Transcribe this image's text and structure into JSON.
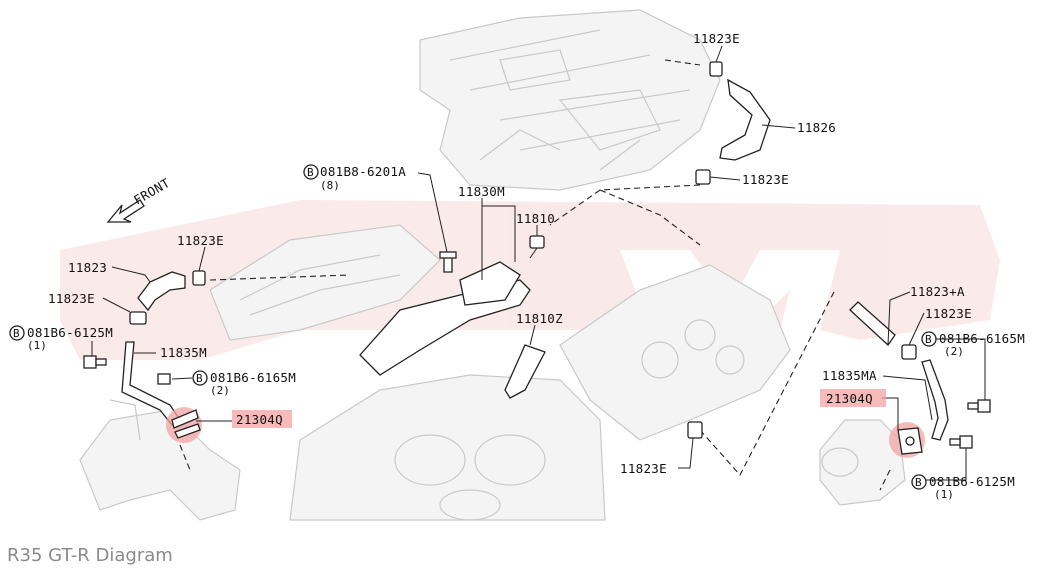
{
  "labels": {
    "p11823E_top": "11823E",
    "p11826": "11826",
    "p11823E_right": "11823E",
    "bolt_top": "081B8-6201A",
    "bolt_top_qty": "(8)",
    "p11830M": "11830M",
    "p11810": "11810",
    "front": "FRONT",
    "p11823E_left_upper": "11823E",
    "p11823": "11823",
    "p11823E_left": "11823E",
    "bolt_left": "081B6-6125M",
    "bolt_left_qty": "(1)",
    "p11835M": "11835M",
    "bolt_left_mid": "081B6-6165M",
    "bolt_left_mid_qty": "(2)",
    "p21304Q_left": "21304Q",
    "p11810Z": "11810Z",
    "p11823_A": "11823+A",
    "p11823E_right_mid": "11823E",
    "bolt_right_mid": "081B6-6165M",
    "bolt_right_mid_qty": "(2)",
    "p11835MA": "11835MA",
    "p21304Q_right": "21304Q",
    "p11823E_bottom": "11823E",
    "bolt_right_low": "081B6-6125M",
    "bolt_right_low_qty": "(1)"
  },
  "bolt_marker": "B",
  "caption": "R35 GT-R Diagram",
  "colors": {
    "highlight": "#f3a3a3",
    "ink": "#111111",
    "ghost": "#c9c9c9",
    "caption": "#8a8a8a"
  }
}
